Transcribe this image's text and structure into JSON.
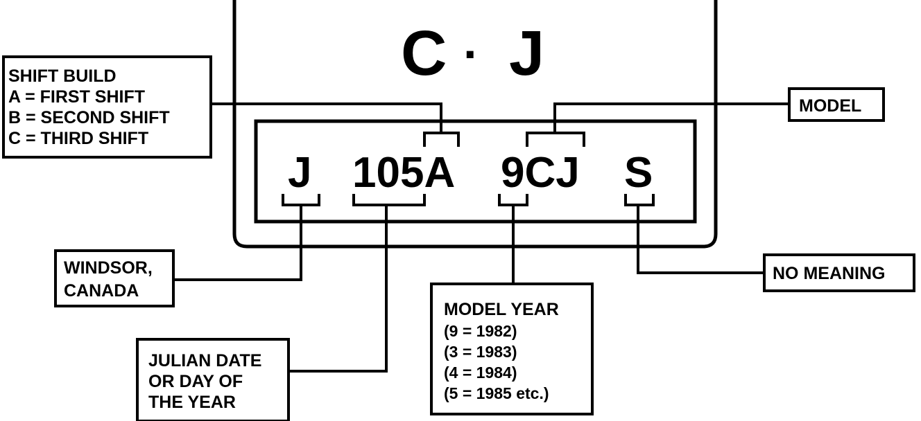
{
  "plate": {
    "title_left": "C",
    "title_dot": "·",
    "title_right": "J",
    "code_plant": "J",
    "code_date_shift": "105A",
    "code_year_model": "9CJ",
    "code_suffix": "S"
  },
  "shift_box": {
    "lines": [
      "SHIFT BUILD",
      "A =  FIRST SHIFT",
      "B =  SECOND SHIFT",
      "C =  THIRD SHIFT"
    ]
  },
  "model_box": {
    "label": "MODEL"
  },
  "plant_box": {
    "lines": [
      "WINDSOR,",
      "CANADA"
    ]
  },
  "julian_box": {
    "lines": [
      "JULIAN DATE",
      "OR DAY OF",
      "THE YEAR"
    ]
  },
  "year_box": {
    "lines": [
      "MODEL YEAR",
      "(9  =  1982)",
      "(3  =  1983)",
      "(4  =  1984)",
      "(5  =  1985 etc.)"
    ]
  },
  "suffix_box": {
    "label": "NO MEANING"
  }
}
